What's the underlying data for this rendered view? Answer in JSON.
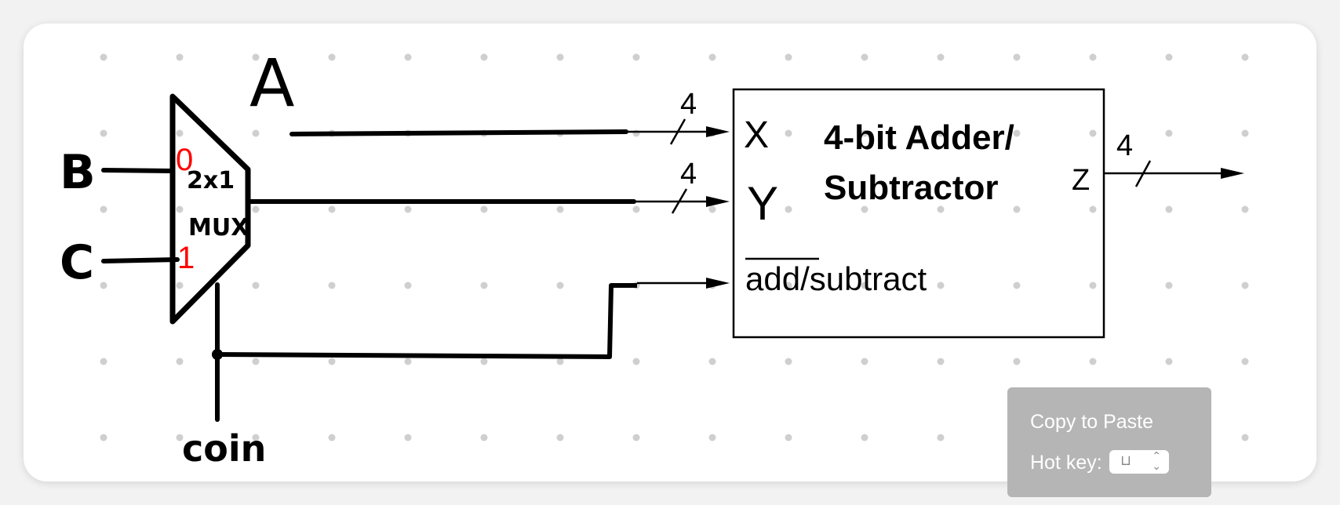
{
  "diagram": {
    "mux": {
      "label_line1": "2x1",
      "label_line2": "MUX",
      "input0": "0",
      "input1": "1"
    },
    "signals": {
      "a": "A",
      "b": "B",
      "c": "C",
      "select": "coin"
    },
    "adder": {
      "title_line1": "4-bit Adder/",
      "title_line2": "Subtractor",
      "port_x": "X",
      "port_y": "Y",
      "port_op": "add/subtract",
      "port_z": "Z"
    },
    "bus_widths": {
      "x": "4",
      "y": "4",
      "z": "4"
    }
  },
  "popup": {
    "title": "Copy to Paste",
    "hotkey_label": "Hot key:",
    "hotkey_value": "⊔"
  },
  "colors": {
    "ink": "#000000",
    "mux_input_labels": "#ff0000",
    "grid_dot": "#cfcfcf",
    "popup_bg": "#b5b5b5"
  }
}
